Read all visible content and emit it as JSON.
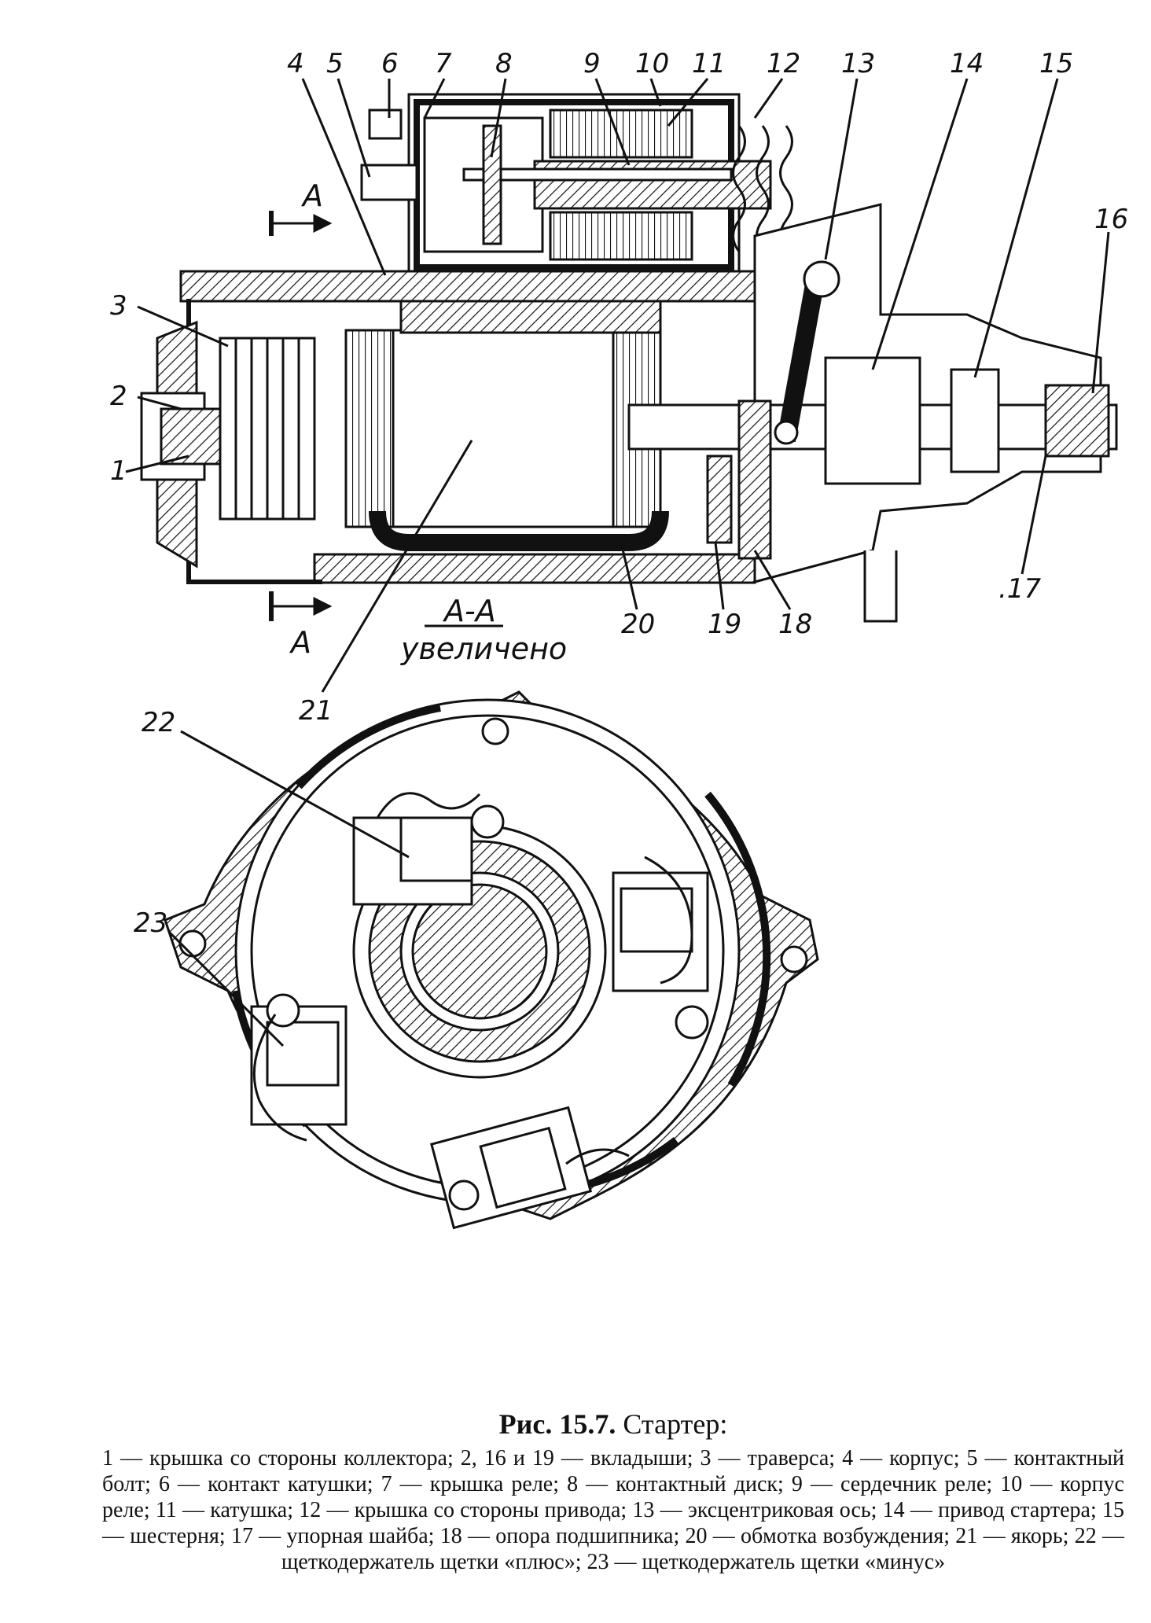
{
  "section_view": {
    "marker": "А-А",
    "marker_note": "увеличено",
    "cut_letter": "А"
  },
  "callouts": [
    {
      "n": "1"
    },
    {
      "n": "2"
    },
    {
      "n": "3"
    },
    {
      "n": "4"
    },
    {
      "n": "5"
    },
    {
      "n": "6"
    },
    {
      "n": "7"
    },
    {
      "n": "8"
    },
    {
      "n": "9"
    },
    {
      "n": "10"
    },
    {
      "n": "11"
    },
    {
      "n": "12"
    },
    {
      "n": "13"
    },
    {
      "n": "14"
    },
    {
      "n": "15"
    },
    {
      "n": "16"
    },
    {
      "n": ".17"
    },
    {
      "n": "18"
    },
    {
      "n": "19"
    },
    {
      "n": "20"
    },
    {
      "n": "21"
    },
    {
      "n": "22"
    },
    {
      "n": "23"
    }
  ],
  "caption": {
    "figure_label": "Рис. 15.7.",
    "figure_title": "Стартер:",
    "legend": "1 — крышка со стороны коллектора; 2, 16 и 19 — вкладыши; 3 — траверса; 4 — корпус; 5 — контактный болт; 6 — контакт катушки; 7 — крышка реле; 8 — контактный диск; 9 — сердечник реле; 10 — корпус реле; 11 — катушка; 12 — крышка со стороны привода; 13 — эксцентриковая ось; 14 — привод стартера; 15 — шестерня; 17 — упорная шайба; 18 — опора подшипника; 20 — обмотка возбуждения; 21 — якорь; 22 — щеткодержатель щетки «плюс»; 23 — щеткодержатель щетки «минус»"
  }
}
